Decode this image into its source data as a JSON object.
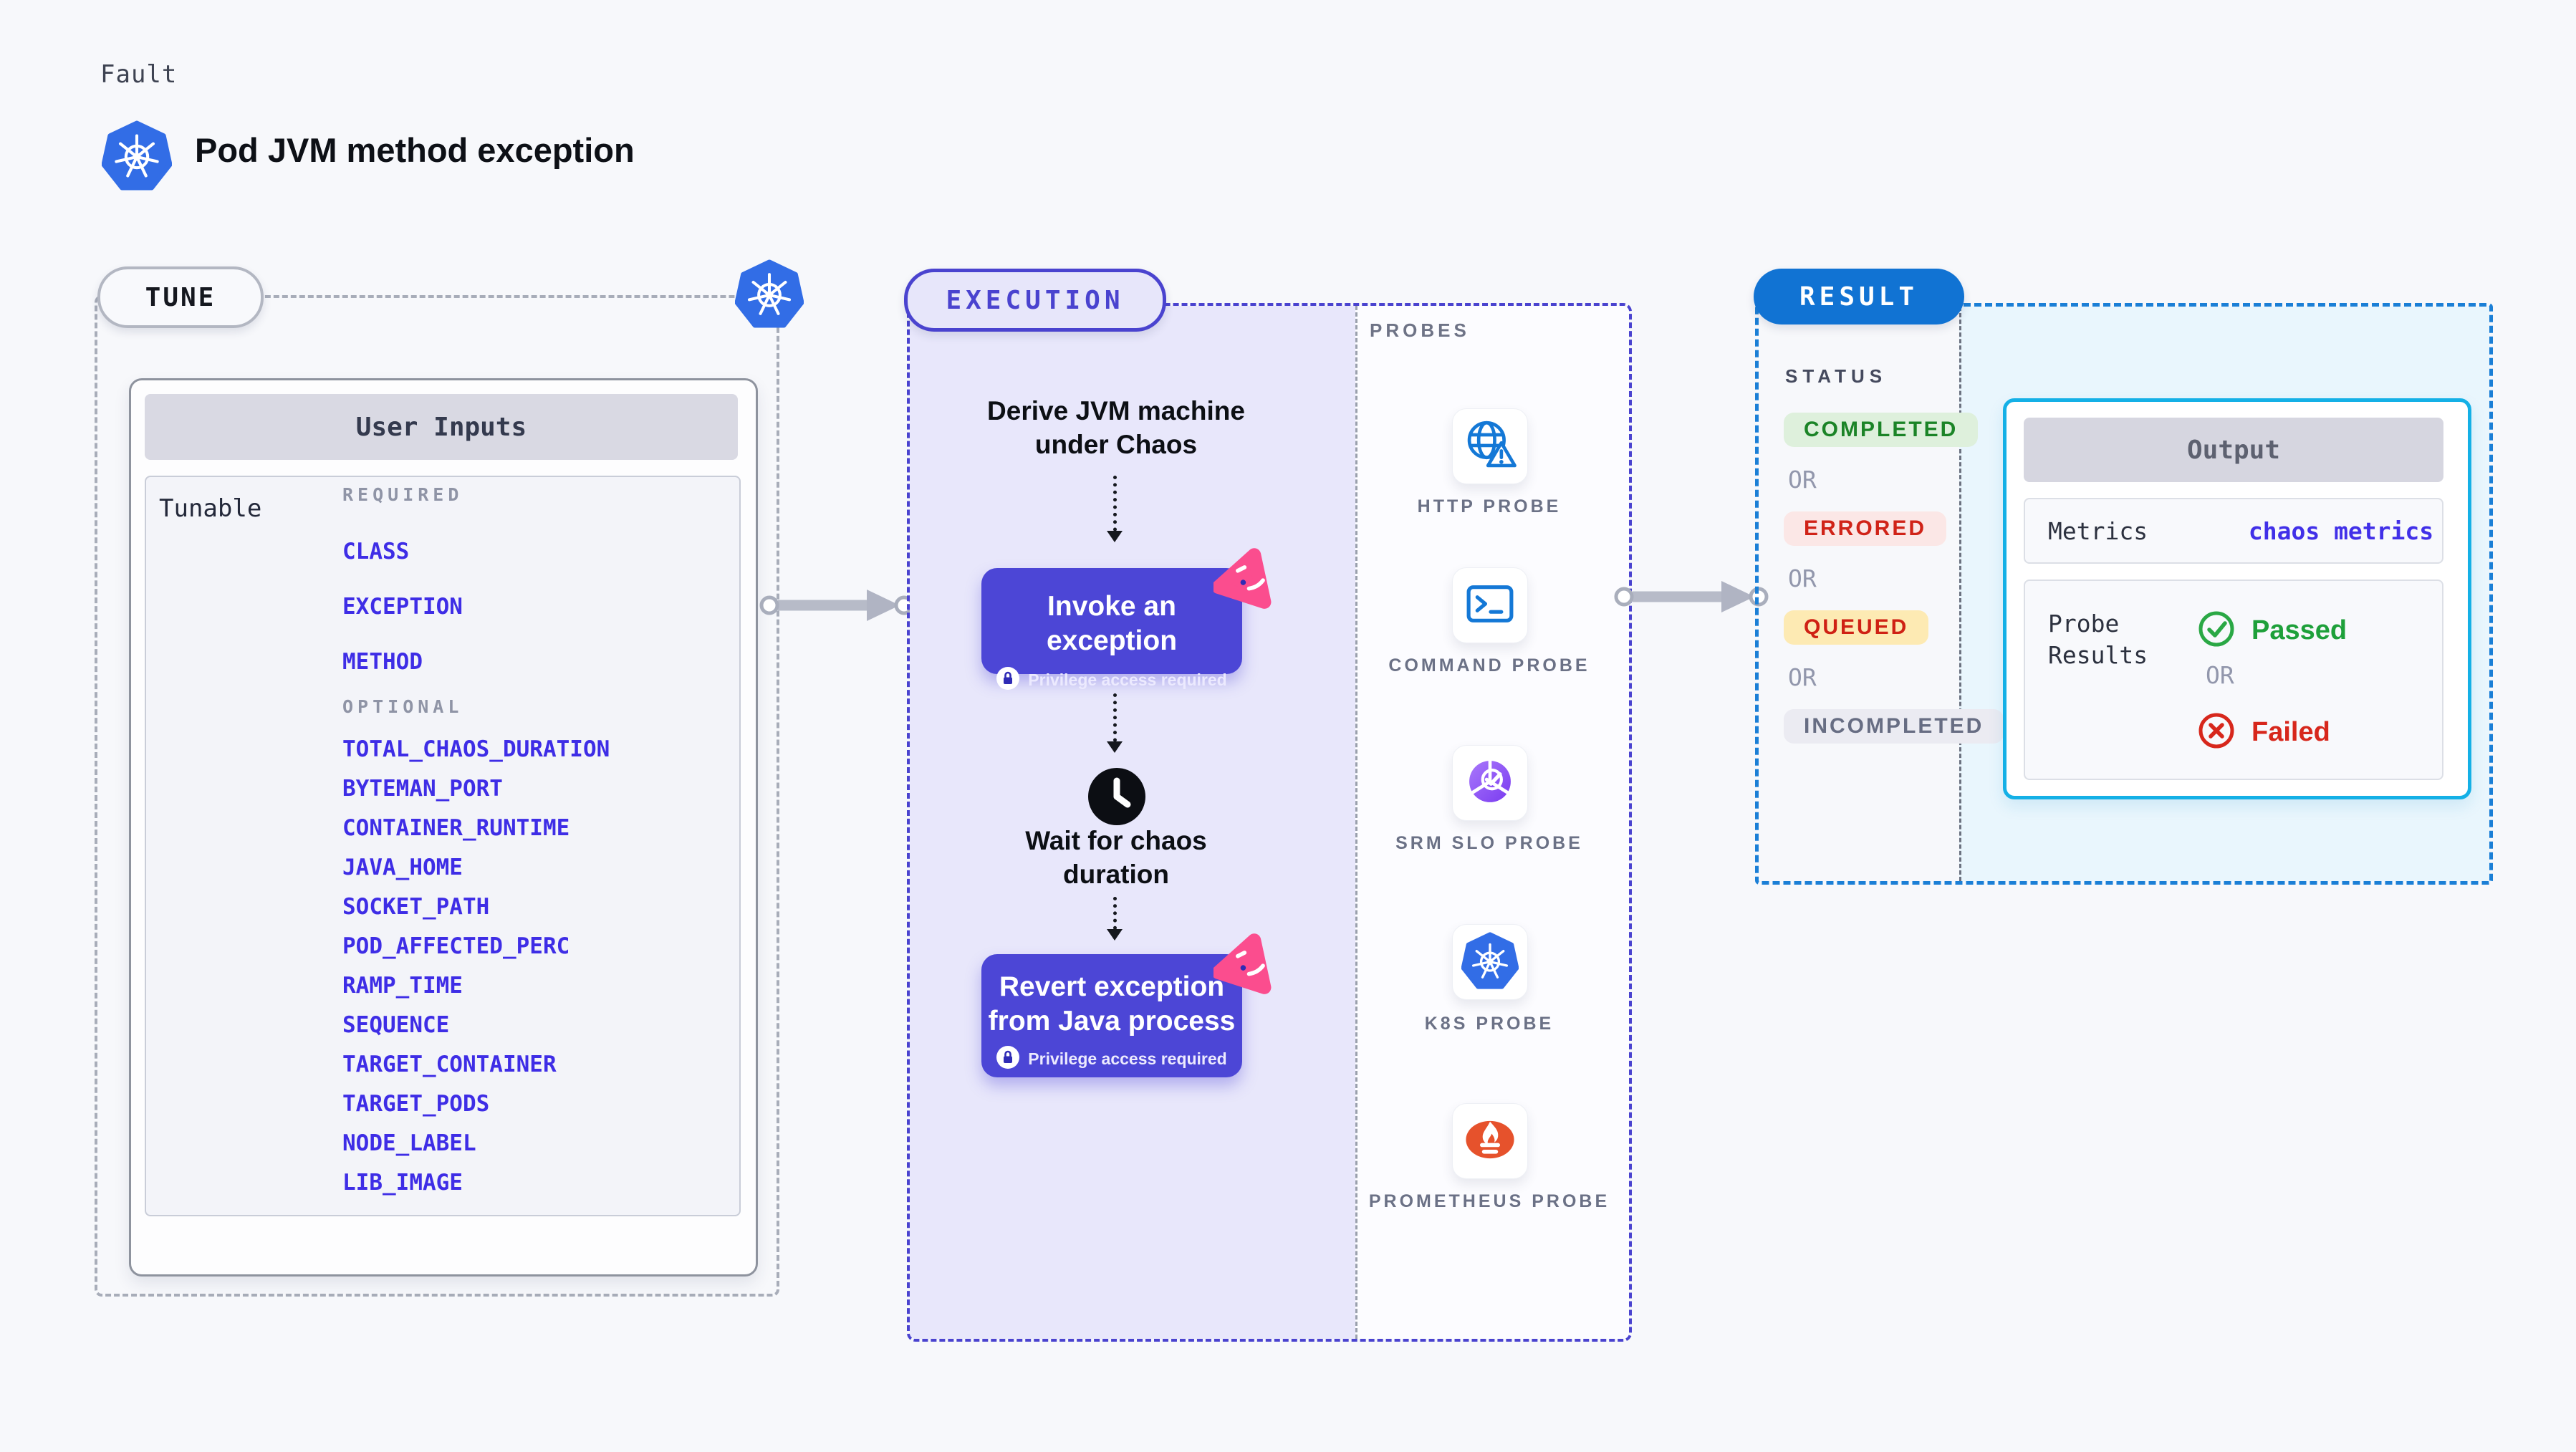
{
  "header": {
    "fault_label": "Fault",
    "title": "Pod JVM method exception"
  },
  "tune": {
    "badge": "TUNE",
    "panel_title": "User Inputs",
    "row_label": "Tunable",
    "required_label": "REQUIRED",
    "required": [
      "CLASS",
      "EXCEPTION",
      "METHOD"
    ],
    "optional_label": "OPTIONAL",
    "optional": [
      "TOTAL_CHAOS_DURATION",
      "BYTEMAN_PORT",
      "CONTAINER_RUNTIME",
      "JAVA_HOME",
      "SOCKET_PATH",
      "POD_AFFECTED_PERC",
      "RAMP_TIME",
      "SEQUENCE",
      "TARGET_CONTAINER",
      "TARGET_PODS",
      "NODE_LABEL",
      "LIB_IMAGE"
    ]
  },
  "execution": {
    "badge": "EXECUTION",
    "derive_line1": "Derive JVM machine",
    "derive_line2": "under Chaos",
    "invoke_label": "Invoke an exception",
    "privilege_label": "Privilege access required",
    "wait_line1": "Wait for chaos",
    "wait_line2": "duration",
    "revert_line1": "Revert exception",
    "revert_line2": "from Java process"
  },
  "probes": {
    "label": "PROBES",
    "items": [
      {
        "label": "HTTP PROBE",
        "icon": "http-probe-icon"
      },
      {
        "label": "COMMAND PROBE",
        "icon": "command-probe-icon"
      },
      {
        "label": "SRM SLO PROBE",
        "icon": "srm-slo-probe-icon"
      },
      {
        "label": "K8S PROBE",
        "icon": "k8s-probe-icon"
      },
      {
        "label": "PROMETHEUS PROBE",
        "icon": "prometheus-probe-icon"
      }
    ]
  },
  "result": {
    "badge": "RESULT",
    "status_label": "STATUS",
    "or_label": "OR",
    "statuses": [
      {
        "label": "COMPLETED",
        "text_color": "#1b8427",
        "bg_color": "#def0dc"
      },
      {
        "label": "ERRORED",
        "text_color": "#d02318",
        "bg_color": "#fbe7e6"
      },
      {
        "label": "QUEUED",
        "text_color": "#cf2114",
        "bg_color": "#fdeab3"
      },
      {
        "label": "INCOMPLETED",
        "text_color": "#676d83",
        "bg_color": "#ebebf2"
      }
    ],
    "output": {
      "title": "Output",
      "metrics_label": "Metrics",
      "metrics_value": "chaos metrics",
      "probe_results_label": "Probe Results",
      "passed_label": "Passed",
      "or_label": "OR",
      "failed_label": "Failed"
    }
  },
  "colors": {
    "page_bg": "#f7f8fb",
    "link_blue": "#3e2de6",
    "kubernetes_blue": "#326de6",
    "execution_accent": "#4a43cf",
    "execution_bg": "#e8e7fb",
    "node_button": "#4c46d6",
    "chaos_pink": "#fb4d8e",
    "result_accent": "#1173d3",
    "result_dash_blue": "#1b7fd6",
    "output_border": "#14b0e6",
    "output_bg": "#e9f6fd",
    "probe_icon_blue": "#1478d6",
    "prometheus_orange": "#e6522c",
    "srm_purple": "#7a3bf0",
    "passed_green": "#1ea03a",
    "failed_red": "#d7271c",
    "arrow_gray": "#b7bbc8"
  }
}
